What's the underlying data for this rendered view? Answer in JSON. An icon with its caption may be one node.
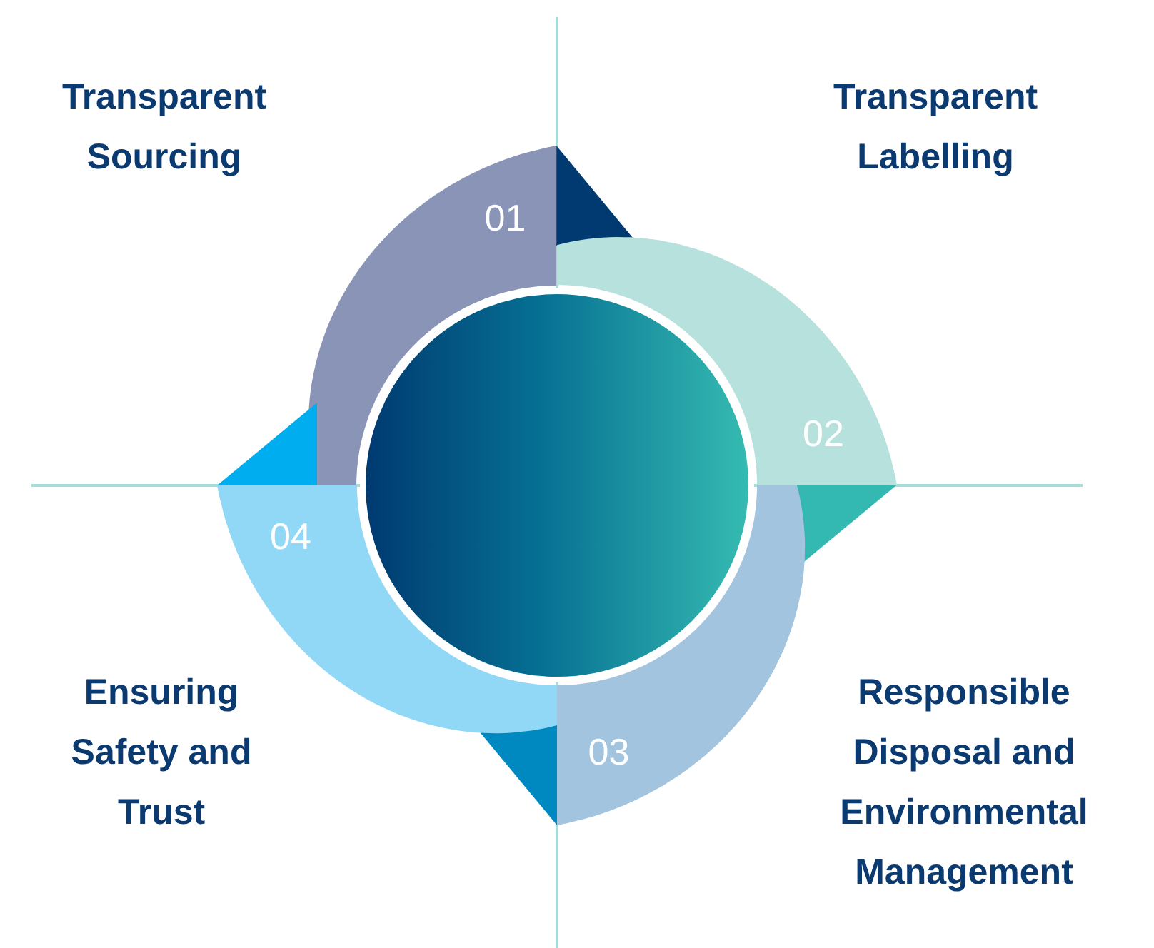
{
  "diagram": {
    "nodes": [
      {
        "text": [
          "01"
        ],
        "beside": [
          "Transparent Sourcing"
        ]
      },
      {
        "text": [
          "02"
        ],
        "beside": [
          "Transparent Labelling"
        ]
      },
      {
        "text": [
          "03"
        ],
        "beside": [
          "Responsible Disposal and Environmental Management"
        ]
      },
      {
        "text": [
          "04"
        ],
        "beside": [
          "Ensuring Safety and Trust"
        ]
      },
      {
        "text": [],
        "shape": "circle"
      }
    ]
  }
}
